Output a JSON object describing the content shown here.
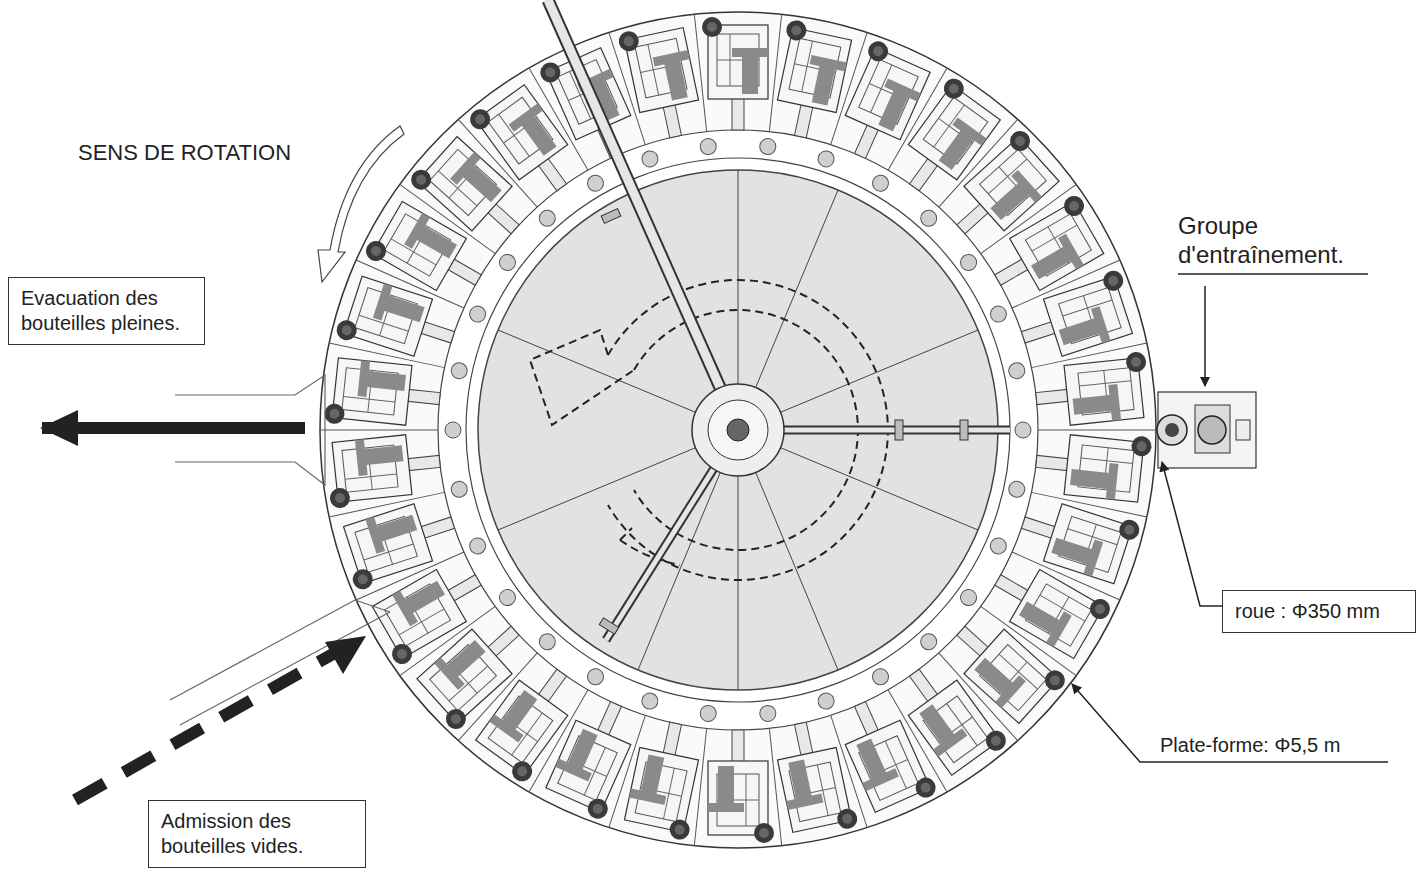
{
  "diagram": {
    "nodes": [
      {
        "text": [
          "Evacuation des bouteilles pleines."
        ]
      },
      {
        "text": [
          "roue : Φ350 mm"
        ]
      },
      {
        "text": [
          "Admission des bouteilles vides."
        ]
      }
    ],
    "labels": [
      "SENS DE ROTATION",
      "Groupe d'entraînement.",
      "Plate-forme: Φ5,5 m"
    ]
  }
}
